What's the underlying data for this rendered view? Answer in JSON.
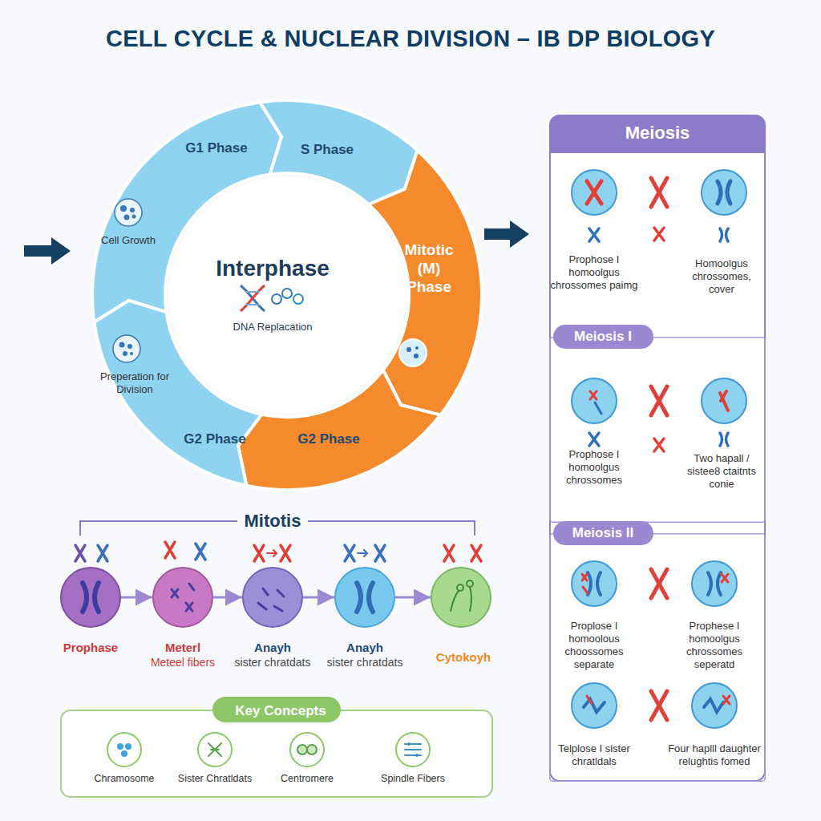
{
  "diagram": {
    "title": "CELL CYCLE & NUCLEAR DIVISION – IB DP BIOLOGY",
    "nodes": [
      {
        "text": [
          "G1 Phase"
        ]
      },
      {
        "text": [
          "S Phase"
        ]
      },
      {
        "text": [
          "Mitotic (M) Phase"
        ]
      },
      {
        "text": [
          "G2 Phase"
        ]
      },
      {
        "text": [
          "G2 Phase"
        ]
      },
      {
        "text": [
          "Interphase",
          "DNA Replacation"
        ]
      },
      {
        "text": [
          "Meiosis"
        ]
      },
      {
        "text": [
          "Prophose I homoolgus chrossomes paimg"
        ],
        "in": 6
      },
      {
        "text": [
          "Homoolgus chrossomes, cover"
        ],
        "in": 6
      },
      {
        "text": [
          "Meiosis I"
        ],
        "in": 6
      },
      {
        "text": [
          "Prophose I homoolgus chrossomes"
        ],
        "in": 9
      },
      {
        "text": [
          "Two hapall / sistee8 ctaitnts conie"
        ],
        "in": 9
      },
      {
        "text": [
          "Meiosis II"
        ],
        "in": 6
      },
      {
        "text": [
          "Proplose I homoolous choossomes separate"
        ],
        "in": 12
      },
      {
        "text": [
          "Prophese I homoolgus chrossomes seperatd"
        ],
        "in": 12
      },
      {
        "text": [
          "Telplose I sister chratldals"
        ],
        "in": 12
      },
      {
        "text": [
          "Four haplll daughter relughtis fomed"
        ],
        "in": 12
      },
      {
        "text": [
          "Prophase"
        ]
      },
      {
        "text": [
          "Meterl",
          "Meteel fibers"
        ]
      },
      {
        "text": [
          "Anayh",
          "sister chratdats"
        ]
      },
      {
        "text": [
          "Anayh",
          "sister chratdats"
        ]
      },
      {
        "text": [
          "Cytokoyh"
        ]
      },
      {
        "text": [
          "Key Concepts"
        ]
      },
      {
        "text": [
          "Chramosome"
        ],
        "in": 22
      },
      {
        "text": [
          "Sister Chratldats"
        ],
        "in": 22
      },
      {
        "text": [
          "Centromere"
        ],
        "in": 22
      },
      {
        "text": [
          "Spindle Fibers"
        ],
        "in": 22
      }
    ],
    "edges": [
      {
        "from": 17,
        "to": 18,
        "arrow": "to"
      },
      {
        "from": 18,
        "to": 19,
        "arrow": "to"
      },
      {
        "from": 19,
        "to": 20,
        "arrow": "to"
      },
      {
        "from": 20,
        "to": 21,
        "arrow": "to"
      }
    ],
    "labels": [
      "Cell Growth",
      "Preperation for Division",
      "Mitotis"
    ]
  }
}
